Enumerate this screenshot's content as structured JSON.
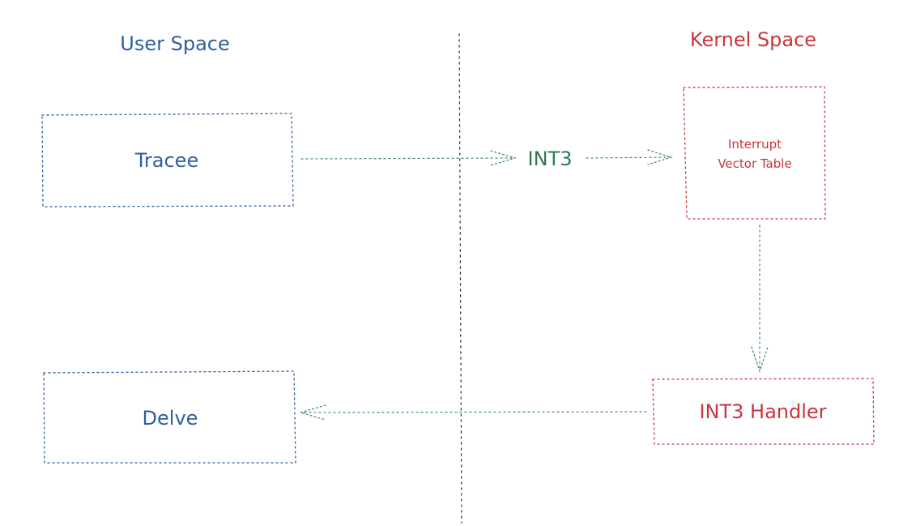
{
  "regions": {
    "user_space": "User Space",
    "kernel_space": "Kernel Space"
  },
  "nodes": {
    "tracee": "Tracee",
    "interrupt_vector_table_line1": "Interrupt",
    "interrupt_vector_table_line2": "Vector Table",
    "int3_handler": "INT3 Handler",
    "delve": "Delve"
  },
  "edges": {
    "tracee_to_ivt": "INT3"
  },
  "colors": {
    "user": "#2f5f9e",
    "kernel": "#c9353a",
    "edge": "#3f8a63",
    "edge_label": "#2f7a4f",
    "divider": "#222222"
  }
}
